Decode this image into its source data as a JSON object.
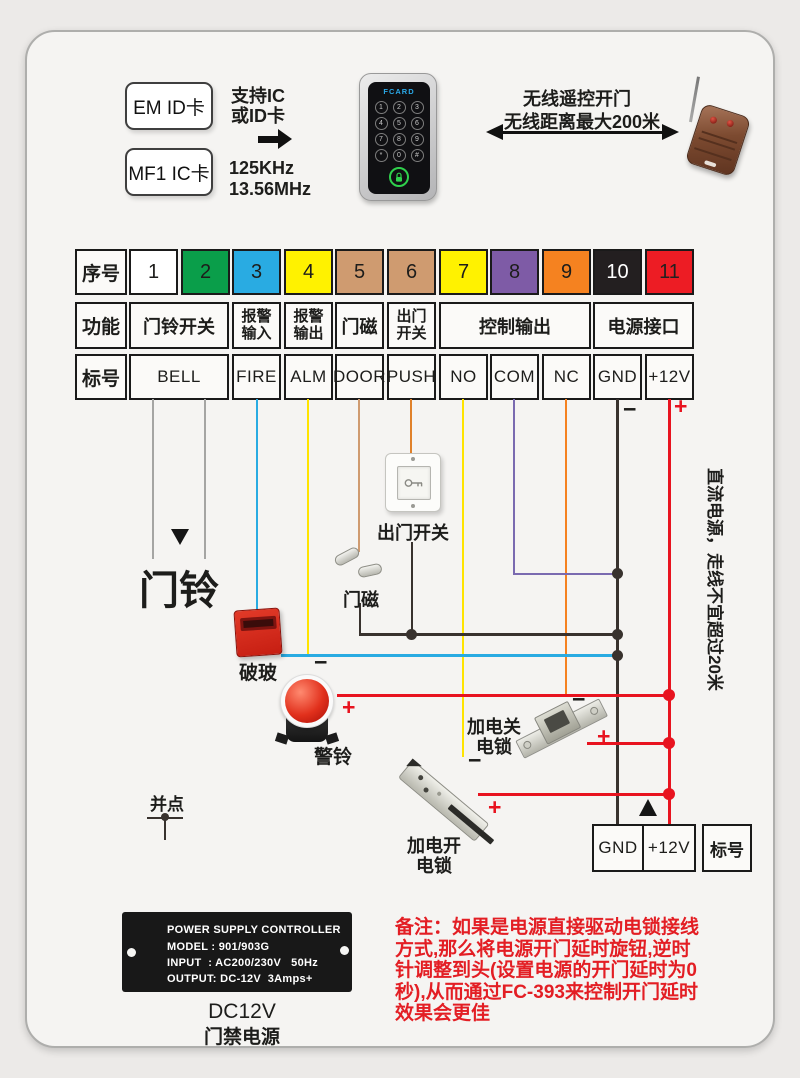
{
  "colors": {
    "accent_red": "#e8131f",
    "wire_blue": "#29abe2",
    "wire_yellow": "#ffe400",
    "wire_purple": "#7a6ab0",
    "wire_orange_push": "#e0812a",
    "wire_orange_nc": "#f58220",
    "wire_tan": "#cf9b70",
    "wire_gray": "#a5a5a3",
    "wire_black": "#38322e",
    "note_red": "#e31e24"
  },
  "top": {
    "card_em": "EM ID卡",
    "card_mf1": "MF1 IC卡",
    "support": "支持IC\n或ID卡",
    "freq": "125KHz\n13.56MHz",
    "brand": "FCARD",
    "keys": [
      "1",
      "2",
      "3",
      "4",
      "5",
      "6",
      "7",
      "8",
      "9",
      "*",
      "0",
      "#"
    ],
    "wireless_line1": "无线遥控开门",
    "wireless_line2": "无线距离最大200米"
  },
  "table": {
    "headers": [
      "序号",
      "功能",
      "标号"
    ],
    "numbers": [
      {
        "n": "1",
        "bg": "#ffffff",
        "fg": "#1d1d1b"
      },
      {
        "n": "2",
        "bg": "#0a9e4a",
        "fg": "#1d1d1b"
      },
      {
        "n": "3",
        "bg": "#29abe2",
        "fg": "#1d1d1b"
      },
      {
        "n": "4",
        "bg": "#fff200",
        "fg": "#1d1d1b"
      },
      {
        "n": "5",
        "bg": "#cf9b70",
        "fg": "#1d1d1b"
      },
      {
        "n": "6",
        "bg": "#cf9b70",
        "fg": "#1d1d1b"
      },
      {
        "n": "7",
        "bg": "#fff200",
        "fg": "#1d1d1b"
      },
      {
        "n": "8",
        "bg": "#7e5ba6",
        "fg": "#1d1d1b"
      },
      {
        "n": "9",
        "bg": "#f58220",
        "fg": "#1d1d1b"
      },
      {
        "n": "10",
        "bg": "#231f20",
        "fg": "#ffffff"
      },
      {
        "n": "11",
        "bg": "#ed1c24",
        "fg": "#241f1f"
      }
    ],
    "functions": [
      {
        "label": "门铃开关"
      },
      {
        "label": "报警\n输入"
      },
      {
        "label": "报警\n输出"
      },
      {
        "label": "门磁"
      },
      {
        "label": "出门\n开关"
      },
      {
        "label": "控制输出"
      },
      {
        "label": "电源接口"
      }
    ],
    "labels": [
      {
        "label": "BELL"
      },
      {
        "label": "FIRE"
      },
      {
        "label": "ALM"
      },
      {
        "label": "DOOR"
      },
      {
        "label": "PUSH"
      },
      {
        "label": "NO"
      },
      {
        "label": "COM"
      },
      {
        "label": "NC"
      },
      {
        "label": "GND"
      },
      {
        "label": "+12V"
      }
    ]
  },
  "diagram": {
    "doorbell": "门铃",
    "glass_break": "破玻",
    "alarm_bell": "警铃",
    "door_contact": "门磁",
    "exit_button": "出门开关",
    "lock_power_close": "加电关\n电锁",
    "lock_power_open": "加电开\n电锁",
    "junction_label": "并点",
    "dc_note": "直流电源，走线不宜超过20米",
    "gnd": "GND",
    "plus12v": "+12V",
    "biaohao": "标号",
    "minus": "−",
    "plus": "+"
  },
  "power": {
    "line1": "POWER SUPPLY CONTROLLER",
    "line2": "MODEL : 901/903G",
    "line3": "INPUT  : AC200/230V   50Hz",
    "line4": "OUTPUT: DC-12V  3Amps+",
    "caption1": "DC12V",
    "caption2": "门禁电源"
  },
  "note": {
    "text": "备注：如果是电源直接驱动电锁接线\n方式,那么将电源开门延时旋钮,逆时\n针调整到头(设置电源的开门延时为0\n秒),从而通过FC-393来控制开门延时\n效果会更佳"
  }
}
